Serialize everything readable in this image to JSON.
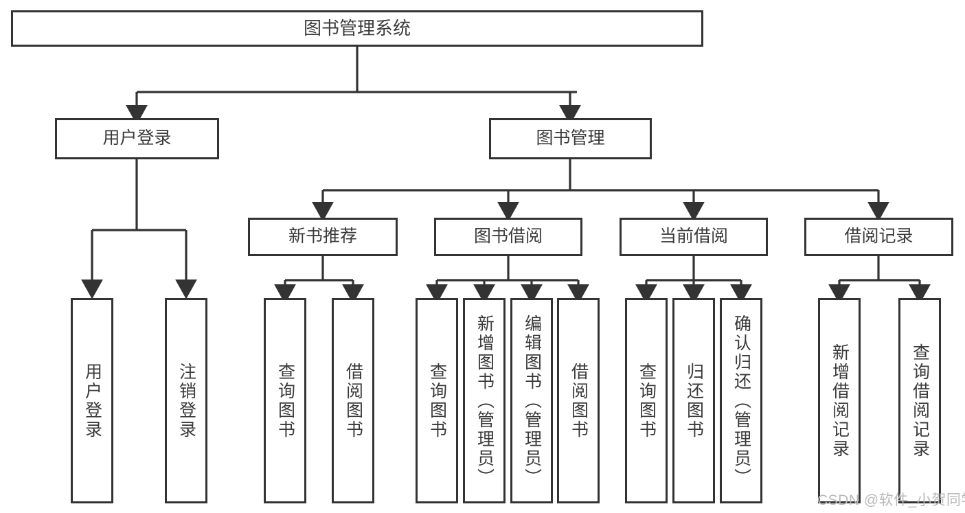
{
  "diagram": {
    "title": "图书管理系统",
    "type": "tree-hierarchy",
    "root": {
      "label": "图书管理系统"
    },
    "level2": [
      {
        "label": "用户登录"
      },
      {
        "label": "图书管理"
      }
    ],
    "level3": [
      {
        "label": "新书推荐",
        "parent": "图书管理"
      },
      {
        "label": "图书借阅",
        "parent": "图书管理"
      },
      {
        "label": "当前借阅",
        "parent": "图书管理"
      },
      {
        "label": "借阅记录",
        "parent": "图书管理"
      }
    ],
    "leaves": {
      "user_login": [
        {
          "label": "用户登录"
        },
        {
          "label": "注销登录"
        }
      ],
      "new_book_recommend": [
        {
          "label": "查询图书"
        },
        {
          "label": "借阅图书"
        }
      ],
      "book_borrow": [
        {
          "label": "查询图书"
        },
        {
          "label": "新增图书（管理员）"
        },
        {
          "label": "编辑图书（管理员）"
        },
        {
          "label": "借阅图书"
        }
      ],
      "current_borrow": [
        {
          "label": "查询图书"
        },
        {
          "label": "归还图书"
        },
        {
          "label": "确认归还（管理员）"
        }
      ],
      "borrow_record": [
        {
          "label": "新增借阅记录"
        },
        {
          "label": "查询借阅记录"
        }
      ]
    }
  },
  "watermark": {
    "text": "CSDN @软件_小贺同学"
  },
  "colors": {
    "stroke": "#333333",
    "text": "#3a3a3a",
    "background": "#ffffff",
    "watermark": "#b9b9b9"
  }
}
